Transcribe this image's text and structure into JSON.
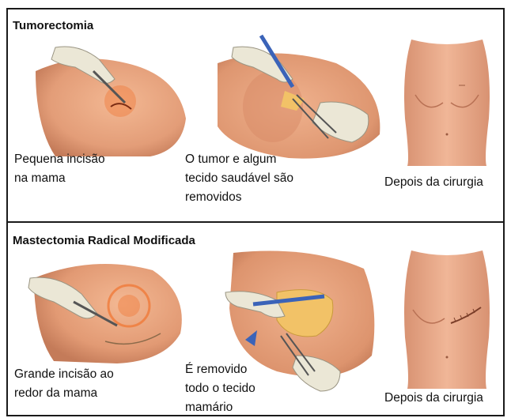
{
  "sections": [
    {
      "title": "Tumorectomia",
      "steps": [
        {
          "caption": "Pequena incisão\nna mama"
        },
        {
          "caption": "O tumor e algum\ntecido saudável são\nremovidos"
        },
        {
          "caption": "Depois da cirurgia"
        }
      ]
    },
    {
      "title": "Mastectomia Radical Modificada",
      "steps": [
        {
          "caption": "Grande incisão ao\nredor da mama"
        },
        {
          "caption": "É removido\ntodo o tecido\nmamário"
        },
        {
          "caption": "Depois da cirurgia"
        }
      ]
    }
  ],
  "colors": {
    "skin": "#e9a27e",
    "skin_dark": "#c97e5c",
    "glove": "#ebe7d6",
    "incision": "#f07a3a",
    "tissue": "#f2c267",
    "border": "#1a1a1a"
  }
}
